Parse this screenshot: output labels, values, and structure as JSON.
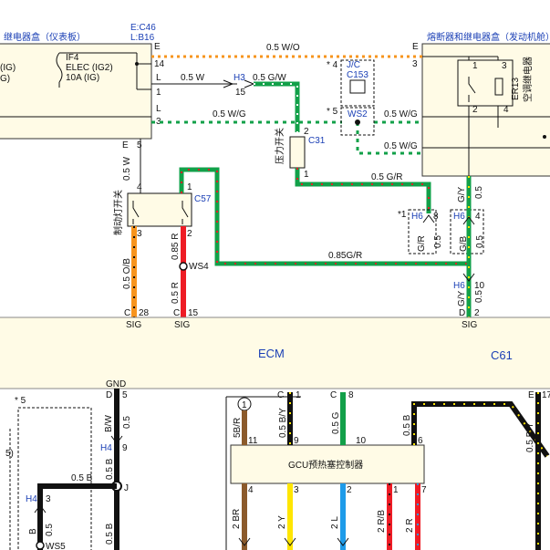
{
  "header": {
    "left_box_title": "继电器盒（仪表板）",
    "connector_e": "E:C46",
    "connector_l": "L:B16",
    "right_box_title": "熔断器和继电器盒（发动机舱）"
  },
  "left_box": {
    "fuse_label": "IF4",
    "fuse_name": "ELEC (IG2)",
    "fuse_rating": "10A (IG)",
    "ig_label": "(IG)",
    "ig_label2": "G)",
    "pins": {
      "e": "E",
      "p14": "14",
      "l": "L",
      "p1": "1",
      "l2": "L",
      "p3": "3",
      "e2": "E",
      "p5": "5"
    }
  },
  "wires": {
    "w_top": "0.5 W/O",
    "w_05w": "0.5 W",
    "w_gw": "0.5 G/W",
    "w_wg_left": "0.5 W/G",
    "w_wg_right1": "0.5 W/G",
    "w_wg_right2": "0.5 W/G",
    "w_gr": "0.5 G/R",
    "w_085gr": "0.85G/R",
    "w_brake_w": "0.5 W",
    "w_or": "0.5 O/B",
    "w_085r": "0.85 R",
    "w_05r": "0.5 R",
    "w_gy1": "G/Y",
    "w_gy1_size": "0.5",
    "w_gr2": "G/R",
    "w_gr2_size": "0.5",
    "w_gb": "G/B",
    "w_gb_size": "0.5",
    "w_gy2": "G/Y",
    "w_gy2_size": "0.5",
    "w_bw": "B/W",
    "w_bw_size": "0.5",
    "w_05b_h": "0.5 B",
    "w_05b_v": "0.5 B",
    "w_05b_left": "0.5",
    "w_b_left": "B",
    "w_5br": "5B/R",
    "w_by": "0.5 B/Y",
    "w_05g": "0.5 G",
    "w_05b_right": "0.5 B",
    "w_by_right": "0.5 B/Y",
    "w_2br": "2 BR",
    "w_2y": "2 Y",
    "w_2l": "2 L",
    "w_2rb": "2 R/B",
    "w_2r": "2 R"
  },
  "connectors": {
    "h3": "H3",
    "h3_pin": "15",
    "jc": "J/C",
    "c153": "C153",
    "ws2": "WS2",
    "c31": "C31",
    "c31_p2": "2",
    "c31_p1": "1",
    "pressure_switch": "压力开关",
    "brake_switch": "制动灯开关",
    "c57": "C57",
    "c57_p4": "4",
    "c57_p1": "1",
    "c57_p3": "3",
    "c57_p2": "2",
    "ws4": "WS4",
    "star4": "* 4",
    "star5": "* 5",
    "star1": "*1",
    "h6_a": "H6",
    "h6_a_pin": "8",
    "h6_b": "H6",
    "h6_b_pin": "4",
    "h6_c": "H6",
    "h6_c_pin": "10",
    "c": "C",
    "d": "D",
    "pin28": "28",
    "pin15": "15",
    "pin2": "2",
    "pin3": "3",
    "pin5": "5",
    "pin9": "9",
    "er13": "ER13",
    "er13_name": "空调继电器",
    "relay_p1": "1",
    "relay_p3": "3",
    "relay_p2": "2",
    "relay_p4": "4",
    "ws5": "WS5",
    "h4_a": "H4",
    "h4_a_pin": "9",
    "h4_b": "H4",
    "h4_b_pin": "3",
    "star5b": "* 5",
    "left_edge_5": "5)",
    "d_pin5": "5",
    "j": "J"
  },
  "ecm": {
    "label": "ECM",
    "c61": "C61",
    "sig1": "SIG",
    "sig2": "SIG",
    "sig3": "SIG",
    "gnd": "GND"
  },
  "gcu": {
    "label": "GCU预热塞控制器",
    "circle_num": "1",
    "pins_top": [
      "11",
      "9",
      "10",
      "6"
    ],
    "pins_bottom": [
      "4",
      "3",
      "2",
      "1",
      "7"
    ],
    "c_labels": [
      "C",
      "C",
      "C"
    ],
    "c_pins": [
      "1",
      "8"
    ],
    "e_label": "E",
    "e_pin": "17"
  },
  "colors": {
    "green": "#12a049",
    "black": "#111111",
    "orange": "#f7941d",
    "red": "#ee1c25",
    "brown": "#8b5a2b",
    "yellow": "#ffe600",
    "blue": "#1e9be9",
    "label_blue": "#1a3fb5",
    "panel": "#fffbe6",
    "panel_stroke": "#555555"
  }
}
